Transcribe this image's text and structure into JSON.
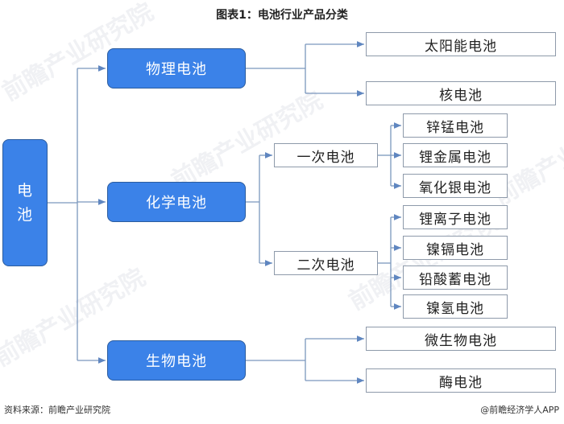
{
  "title": "图表1：电池行业产品分类",
  "root": {
    "chars": [
      "电",
      "池"
    ]
  },
  "categories": [
    {
      "label": "物理电池",
      "children": [
        "太阳能电池",
        "核电池"
      ]
    },
    {
      "label": "化学电池",
      "subgroups": [
        {
          "label": "一次电池",
          "children": [
            "锌锰电池",
            "锂金属电池",
            "氧化银电池"
          ]
        },
        {
          "label": "二次电池",
          "children": [
            "锂离子电池",
            "镍镉电池",
            "铅酸蓄电池",
            "镍氢电池"
          ]
        }
      ]
    },
    {
      "label": "生物电池",
      "children": [
        "微生物电池",
        "酶电池"
      ]
    }
  ],
  "footer": {
    "source": "资料来源：前瞻产业研究院",
    "credit": "@前瞻经济学人APP"
  },
  "watermark": "前瞻产业研究院",
  "colors": {
    "node_blue": "#3b82e8",
    "connector": "#6f8fb8"
  }
}
